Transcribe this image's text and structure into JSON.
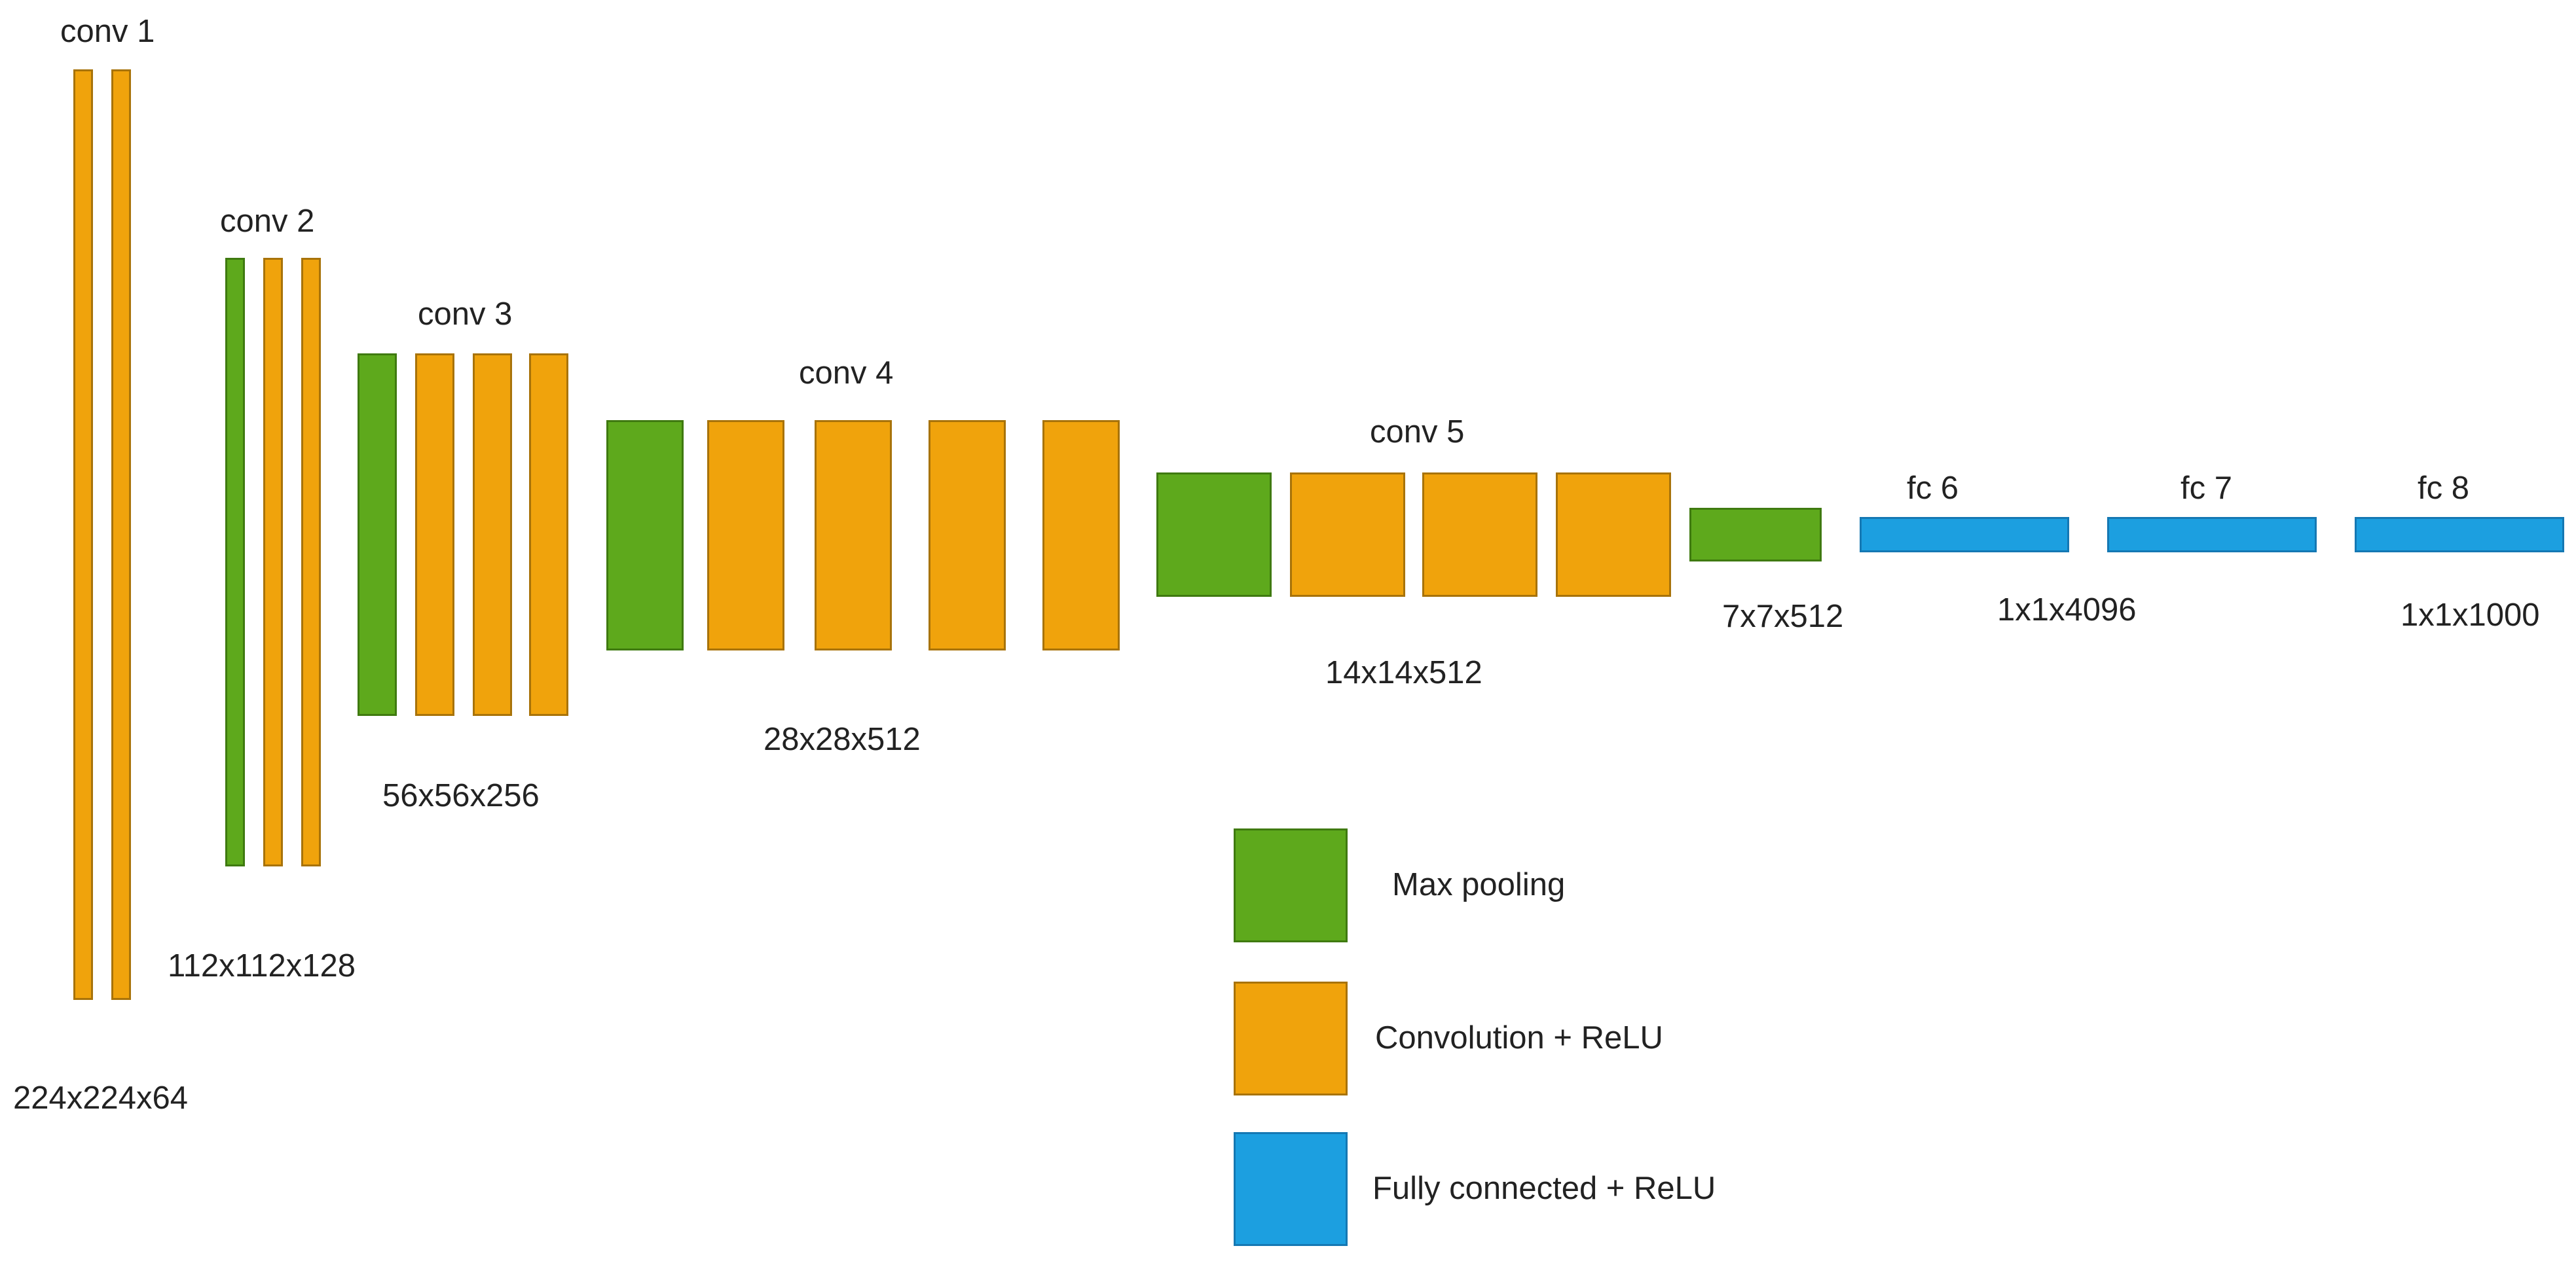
{
  "colors": {
    "max_pooling": "#5ea91c",
    "convolution_relu": "#f0a30c",
    "fully_connected_relu": "#1c9fe0"
  },
  "stages": [
    {
      "name": "conv 1",
      "dims": "224x224x64",
      "layers": [
        "conv",
        "conv"
      ]
    },
    {
      "name": "conv 2",
      "dims": "112x112x128",
      "layers": [
        "pool",
        "conv",
        "conv"
      ]
    },
    {
      "name": "conv 3",
      "dims": "56x56x256",
      "layers": [
        "pool",
        "conv",
        "conv",
        "conv"
      ]
    },
    {
      "name": "conv 4",
      "dims": "28x28x512",
      "layers": [
        "pool",
        "conv",
        "conv",
        "conv",
        "conv"
      ]
    },
    {
      "name": "conv 5",
      "dims": "14x14x512",
      "layers": [
        "pool",
        "conv",
        "conv",
        "conv"
      ]
    },
    {
      "name": "",
      "dims": "7x7x512",
      "layers": [
        "pool"
      ]
    },
    {
      "name": "fc 6",
      "dims": "1x1x4096",
      "layers": [
        "fc"
      ]
    },
    {
      "name": "fc 7",
      "dims": "",
      "layers": [
        "fc"
      ]
    },
    {
      "name": "fc 8",
      "dims": "1x1x1000",
      "layers": [
        "fc"
      ]
    }
  ],
  "legend": [
    {
      "kind": "pool",
      "label": "Max pooling"
    },
    {
      "kind": "conv",
      "label": "Convolution + ReLU"
    },
    {
      "kind": "fc",
      "label": "Fully connected + ReLU"
    }
  ]
}
